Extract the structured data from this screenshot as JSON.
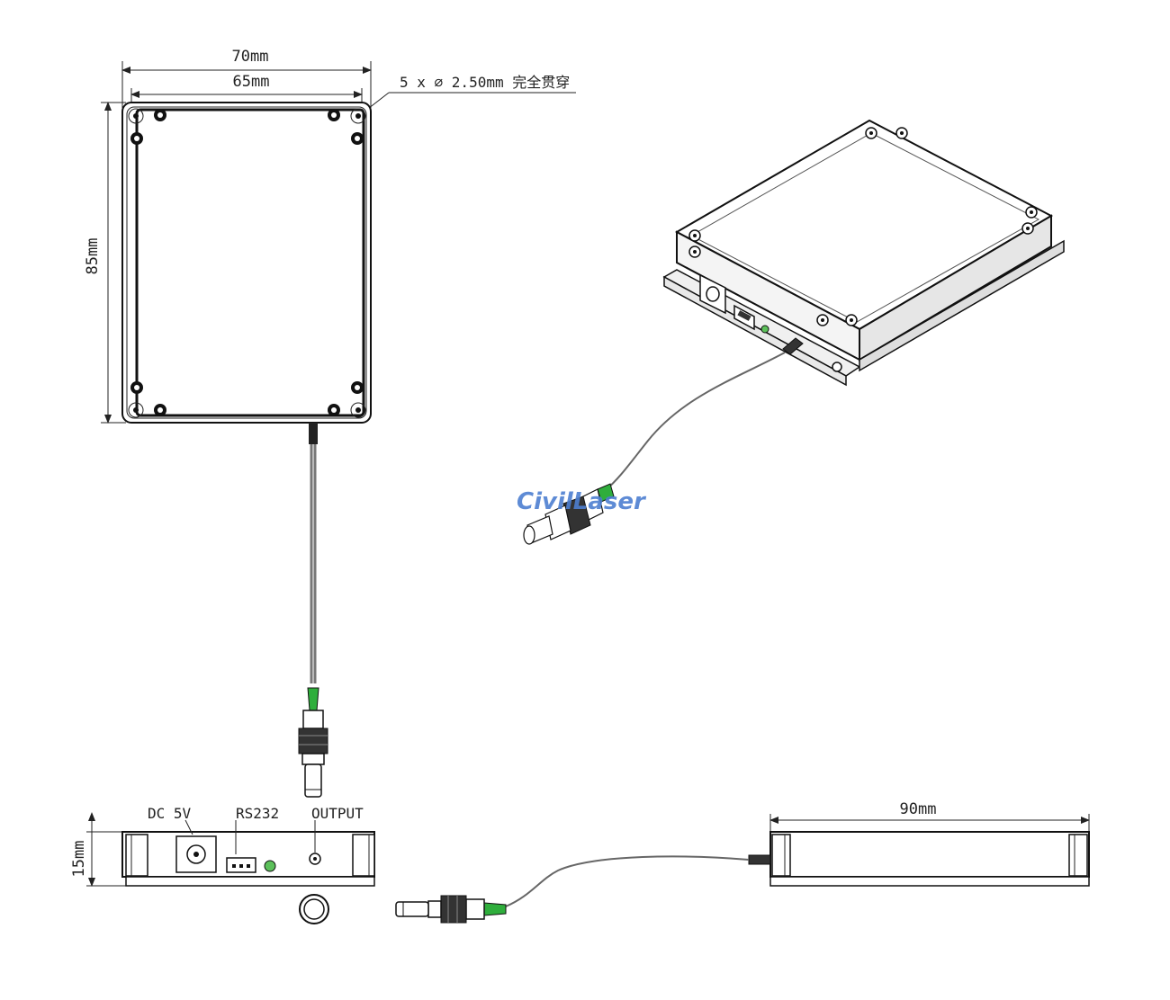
{
  "dimensions": {
    "top_width_outer": "70mm",
    "top_width_inner": "65mm",
    "top_height": "85mm",
    "hole_note": "5 x ∅ 2.50mm 完全贯穿",
    "side_height": "15mm",
    "side_length": "90mm"
  },
  "front_labels": {
    "dc": "DC 5V",
    "rs232": "RS232",
    "output": "OUTPUT"
  },
  "watermark": "CivilLaser",
  "colors": {
    "connector_green": "#2fae3c",
    "led_green": "#5cc05a",
    "watermark_blue": "#4d7fd1"
  }
}
